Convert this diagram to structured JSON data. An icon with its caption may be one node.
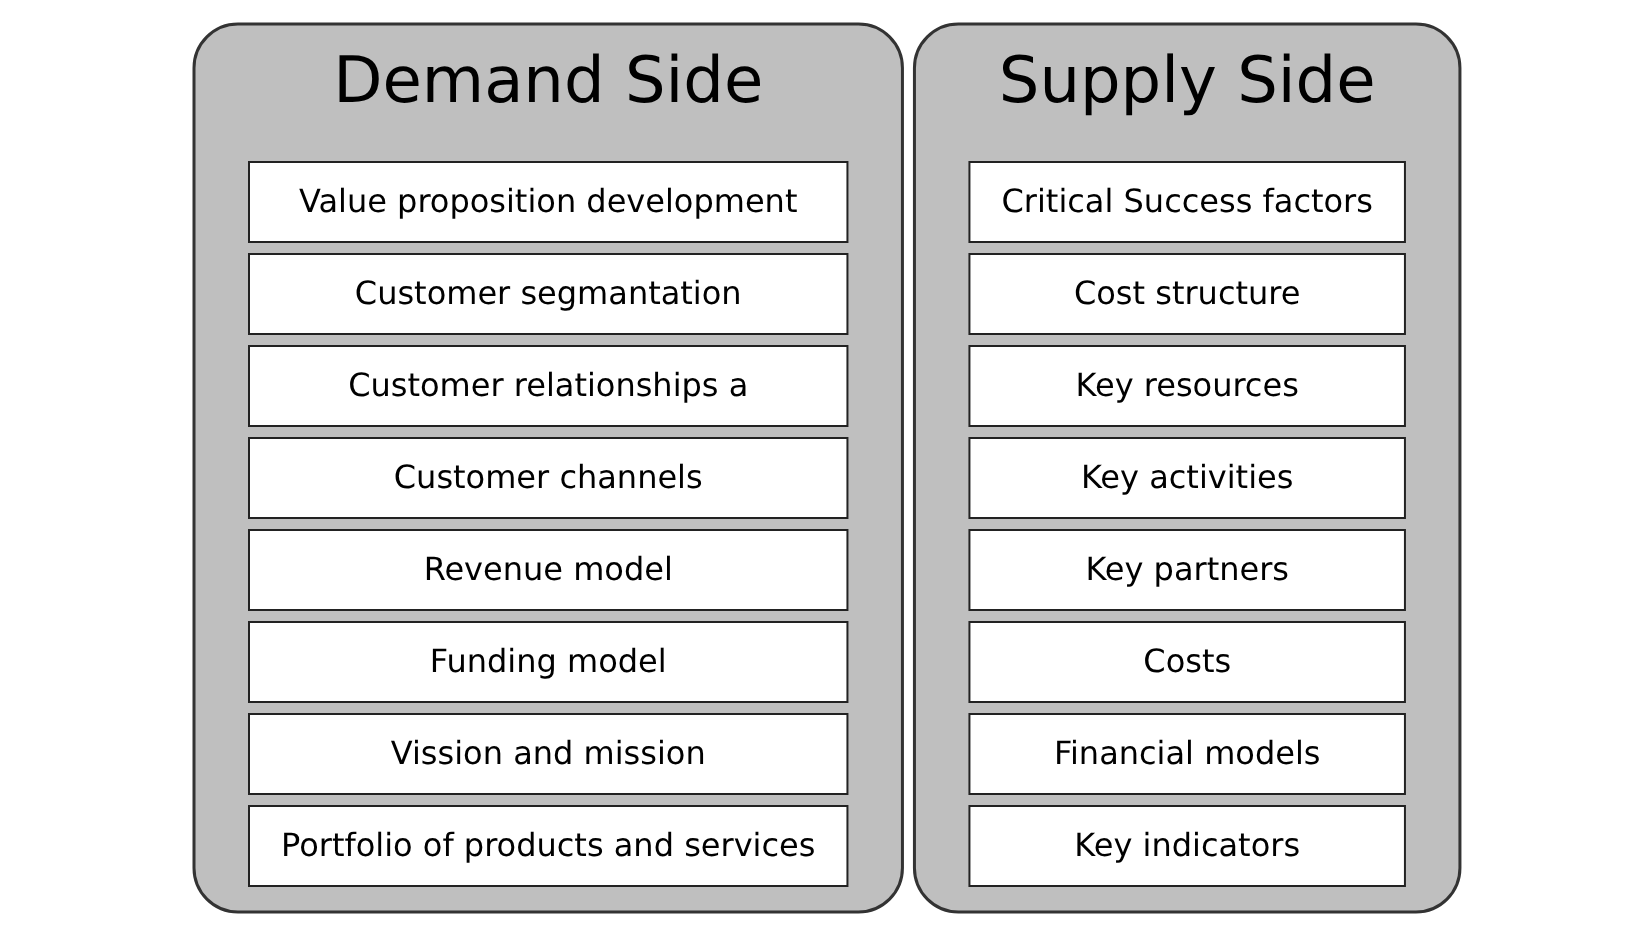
{
  "diagram": {
    "nodes": [
      {
        "text": [
          "Demand Side"
        ]
      },
      {
        "text": [
          "Value proposition development"
        ],
        "in": 0
      },
      {
        "text": [
          "Customer segmantation"
        ],
        "in": 0
      },
      {
        "text": [
          "Customer relationships a"
        ],
        "in": 0
      },
      {
        "text": [
          "Customer channels"
        ],
        "in": 0
      },
      {
        "text": [
          "Revenue model"
        ],
        "in": 0
      },
      {
        "text": [
          "Funding model"
        ],
        "in": 0
      },
      {
        "text": [
          "Vission and mission"
        ],
        "in": 0
      },
      {
        "text": [
          "Portfolio of products and services"
        ],
        "in": 0
      },
      {
        "text": [
          "Supply Side"
        ]
      },
      {
        "text": [
          "Critical Success factors"
        ],
        "in": 9
      },
      {
        "text": [
          "Cost structure"
        ],
        "in": 9
      },
      {
        "text": [
          "Key resources"
        ],
        "in": 9
      },
      {
        "text": [
          "Key activities"
        ],
        "in": 9
      },
      {
        "text": [
          "Key partners"
        ],
        "in": 9
      },
      {
        "text": [
          "Costs"
        ],
        "in": 9
      },
      {
        "text": [
          "Financial models"
        ],
        "in": 9
      },
      {
        "text": [
          "Key indicators"
        ],
        "in": 9
      }
    ],
    "edges": []
  }
}
